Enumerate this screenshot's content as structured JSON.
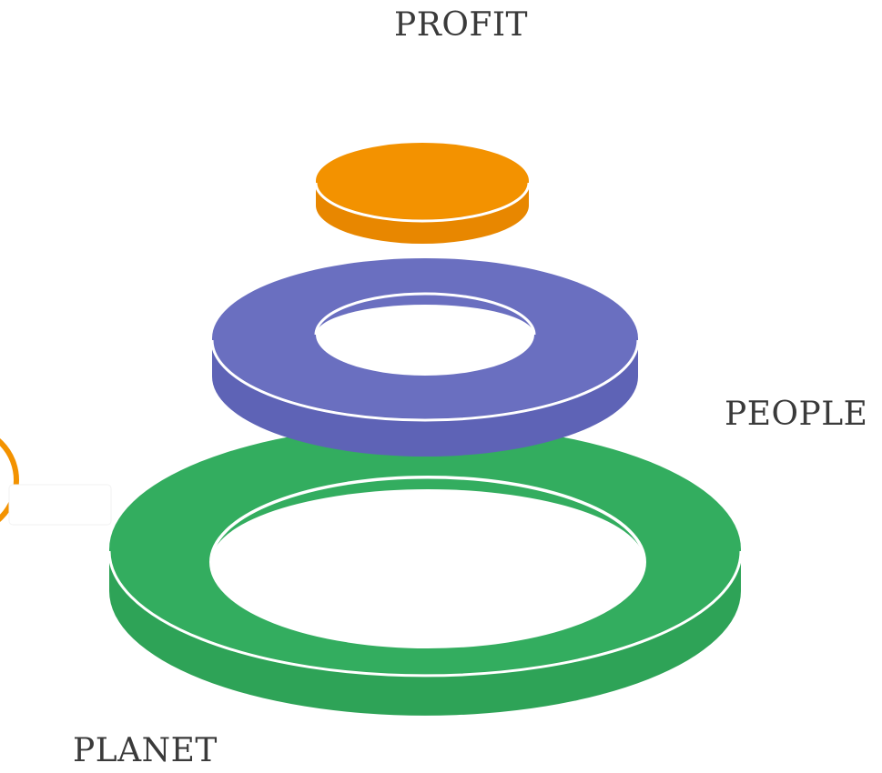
{
  "labels": {
    "profit": "PROFIT",
    "people": "PEOPLE",
    "planet": "PLANET"
  },
  "colors": {
    "profit": "#f39200",
    "profit_side": "#e88700",
    "people": "#6a6fc0",
    "people_side": "#5e63b6",
    "planet": "#33ad5f",
    "planet_side": "#2ea357",
    "outline": "#ffffff",
    "accent_left": "#f39200"
  },
  "shapes": {
    "profit": "disc",
    "people": "ring",
    "planet": "ring"
  }
}
